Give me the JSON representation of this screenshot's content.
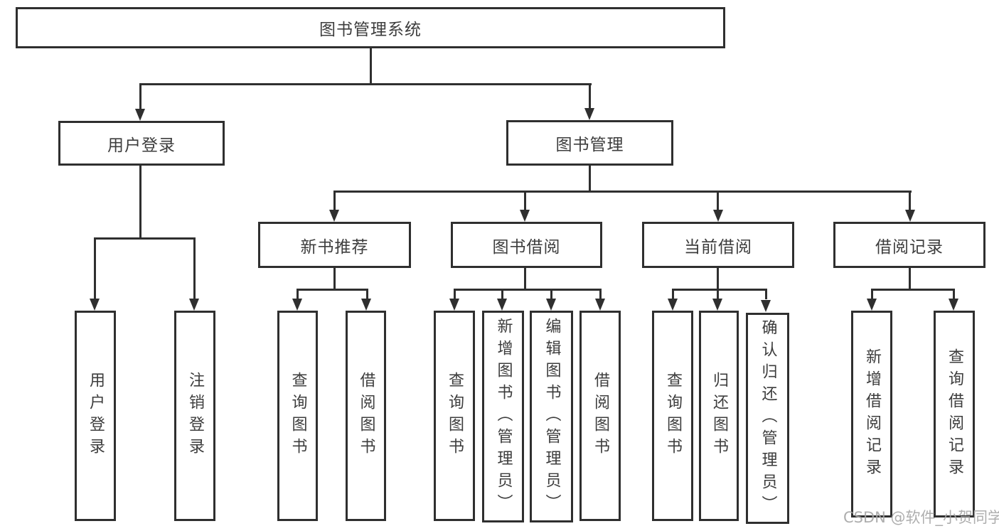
{
  "diagram": {
    "type": "feature-tree",
    "root": {
      "label": "图书管理系统"
    },
    "level2": [
      {
        "id": "user-login",
        "label": "用户登录",
        "parent": "图书管理系统"
      },
      {
        "id": "book-management",
        "label": "图书管理",
        "parent": "图书管理系统"
      }
    ],
    "level3": [
      {
        "id": "new-book-recommend",
        "label": "新书推荐",
        "parent": "图书管理"
      },
      {
        "id": "book-borrow",
        "label": "图书借阅",
        "parent": "图书管理"
      },
      {
        "id": "current-borrow",
        "label": "当前借阅",
        "parent": "图书管理"
      },
      {
        "id": "borrow-records",
        "label": "借阅记录",
        "parent": "图书管理"
      }
    ],
    "leaves": [
      {
        "id": "leaf-user-login",
        "label": "用户登录",
        "parent": "用户登录"
      },
      {
        "id": "leaf-logout",
        "label": "注销登录",
        "parent": "用户登录"
      },
      {
        "id": "leaf-rec-query-books",
        "label": "查询图书",
        "parent": "新书推荐"
      },
      {
        "id": "leaf-rec-borrow-books",
        "label": "借阅图书",
        "parent": "新书推荐"
      },
      {
        "id": "leaf-bb-query-books",
        "label": "查询图书",
        "parent": "图书借阅"
      },
      {
        "id": "leaf-bb-add-books",
        "label": "新增图书（管理员）",
        "parent": "图书借阅"
      },
      {
        "id": "leaf-bb-edit-books",
        "label": "编辑图书（管理员）",
        "parent": "图书借阅"
      },
      {
        "id": "leaf-bb-borrow-books",
        "label": "借阅图书",
        "parent": "图书借阅"
      },
      {
        "id": "leaf-cb-query-books",
        "label": "查询图书",
        "parent": "当前借阅"
      },
      {
        "id": "leaf-cb-return-books",
        "label": "归还图书",
        "parent": "当前借阅"
      },
      {
        "id": "leaf-cb-confirm-return",
        "label": "确认归还（管理员）",
        "parent": "当前借阅"
      },
      {
        "id": "leaf-br-add-record",
        "label": "新增借阅记录",
        "parent": "借阅记录"
      },
      {
        "id": "leaf-br-query-record",
        "label": "查询借阅记录",
        "parent": "借阅记录"
      }
    ]
  },
  "watermark": {
    "text": "CSDN @软件_小贺同学"
  },
  "colors": {
    "line": "#2f2f2f",
    "text": "#3d3d3d",
    "watermark": "#a6a6a6",
    "background": "#ffffff"
  }
}
